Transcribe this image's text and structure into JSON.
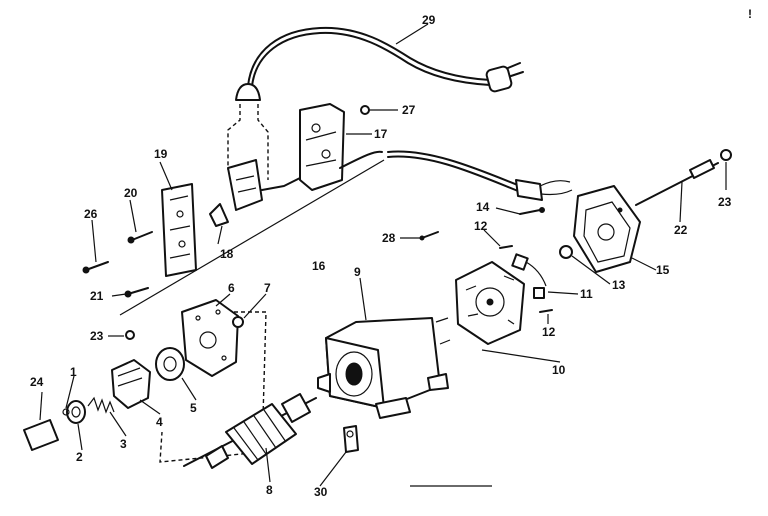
{
  "labels": {
    "l29": "29",
    "l27": "27",
    "l17": "17",
    "l19": "19",
    "l20": "20",
    "l26": "26",
    "l18": "18",
    "l16": "16",
    "l21": "21",
    "l14": "14",
    "l23a": "23",
    "l22": "22",
    "l28": "28",
    "l12a": "12",
    "l15": "15",
    "l13": "13",
    "l11": "11",
    "l12b": "12",
    "l9": "9",
    "l6": "6",
    "l7": "7",
    "l23b": "23",
    "l10": "10",
    "l24": "24",
    "l1": "1",
    "l5": "5",
    "l4": "4",
    "l3": "3",
    "l2": "2",
    "l8": "8",
    "l30": "30",
    "edge_mark": "!"
  }
}
